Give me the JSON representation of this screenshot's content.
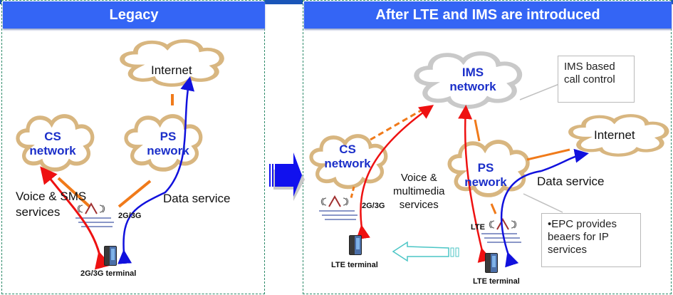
{
  "headers": {
    "left": "Legacy",
    "right": "After LTE and IMS are introduced"
  },
  "legacy": {
    "internet": "Internet",
    "cs_network": [
      "CS",
      "network"
    ],
    "ps_network": [
      "PS",
      "nework"
    ],
    "voice_sms": [
      "Voice & SMS",
      "services"
    ],
    "data_service": "Data service",
    "access_label": "2G/3G",
    "terminal": "2G/3G terminal"
  },
  "transition_arrow": "right-arrow-icon",
  "lte_ims": {
    "ims_network": [
      "IMS",
      "network"
    ],
    "ims_callout": [
      "IMS based",
      "call control"
    ],
    "cs_network": [
      "CS",
      "network"
    ],
    "ps_network": [
      "PS",
      "nework"
    ],
    "internet": "Internet",
    "voice_multimedia": [
      "Voice &",
      "multimedia",
      "services"
    ],
    "data_service": "Data service",
    "cs_access_label": "2G/3G",
    "lte_access_label": "LTE",
    "epc_callout": [
      "•EPC provides",
      "beaers for IP",
      "services"
    ],
    "terminal_left": "LTE terminal",
    "terminal_right": "LTE terminal"
  },
  "colors": {
    "header_bg": "#3465f5",
    "network_text": "#1b2fc9",
    "cloud_outline": "#d8b680",
    "ims_cloud": "#c9c9c9",
    "voice_path": "#ee1111",
    "data_path": "#1111dd",
    "link": "#f07a1a",
    "panel_border": "#2e8b6a"
  }
}
